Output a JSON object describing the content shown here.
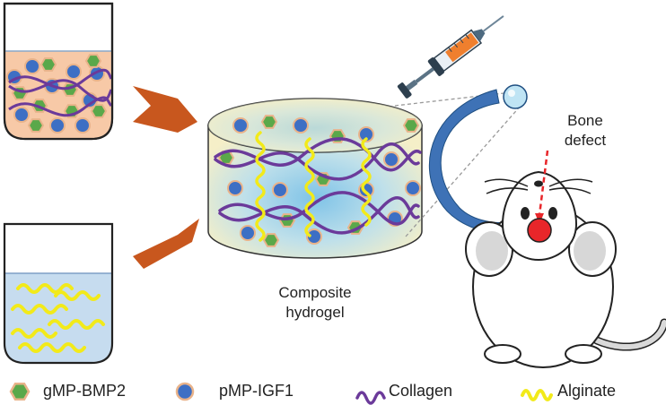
{
  "labels": {
    "composite_line1": "Composite",
    "composite_line2": "hydrogel",
    "bone_line1": "Bone",
    "bone_line2": "defect"
  },
  "legend": [
    {
      "label": "gMP-BMP2",
      "icon": "green-hexagon-icon"
    },
    {
      "label": "pMP-IGF1",
      "icon": "blue-circle-icon"
    },
    {
      "label": "Collagen",
      "icon": "purple-wave-icon"
    },
    {
      "label": "Alginate",
      "icon": "yellow-wave-icon"
    }
  ],
  "colors": {
    "gmp_fill": "#5aa84a",
    "gmp_stroke": "#e9b38a",
    "pmp_fill": "#3d6fc4",
    "pmp_stroke": "#e9b38a",
    "collagen": "#6b3a9a",
    "alginate": "#f2ea1a",
    "arrow": "#c8571e",
    "beaker_collagen_fill": "#f7c9a7",
    "beaker_alginate_fill": "#c6dcef",
    "defect": "#e8262a",
    "guide_arrow": "#3e72b6"
  }
}
